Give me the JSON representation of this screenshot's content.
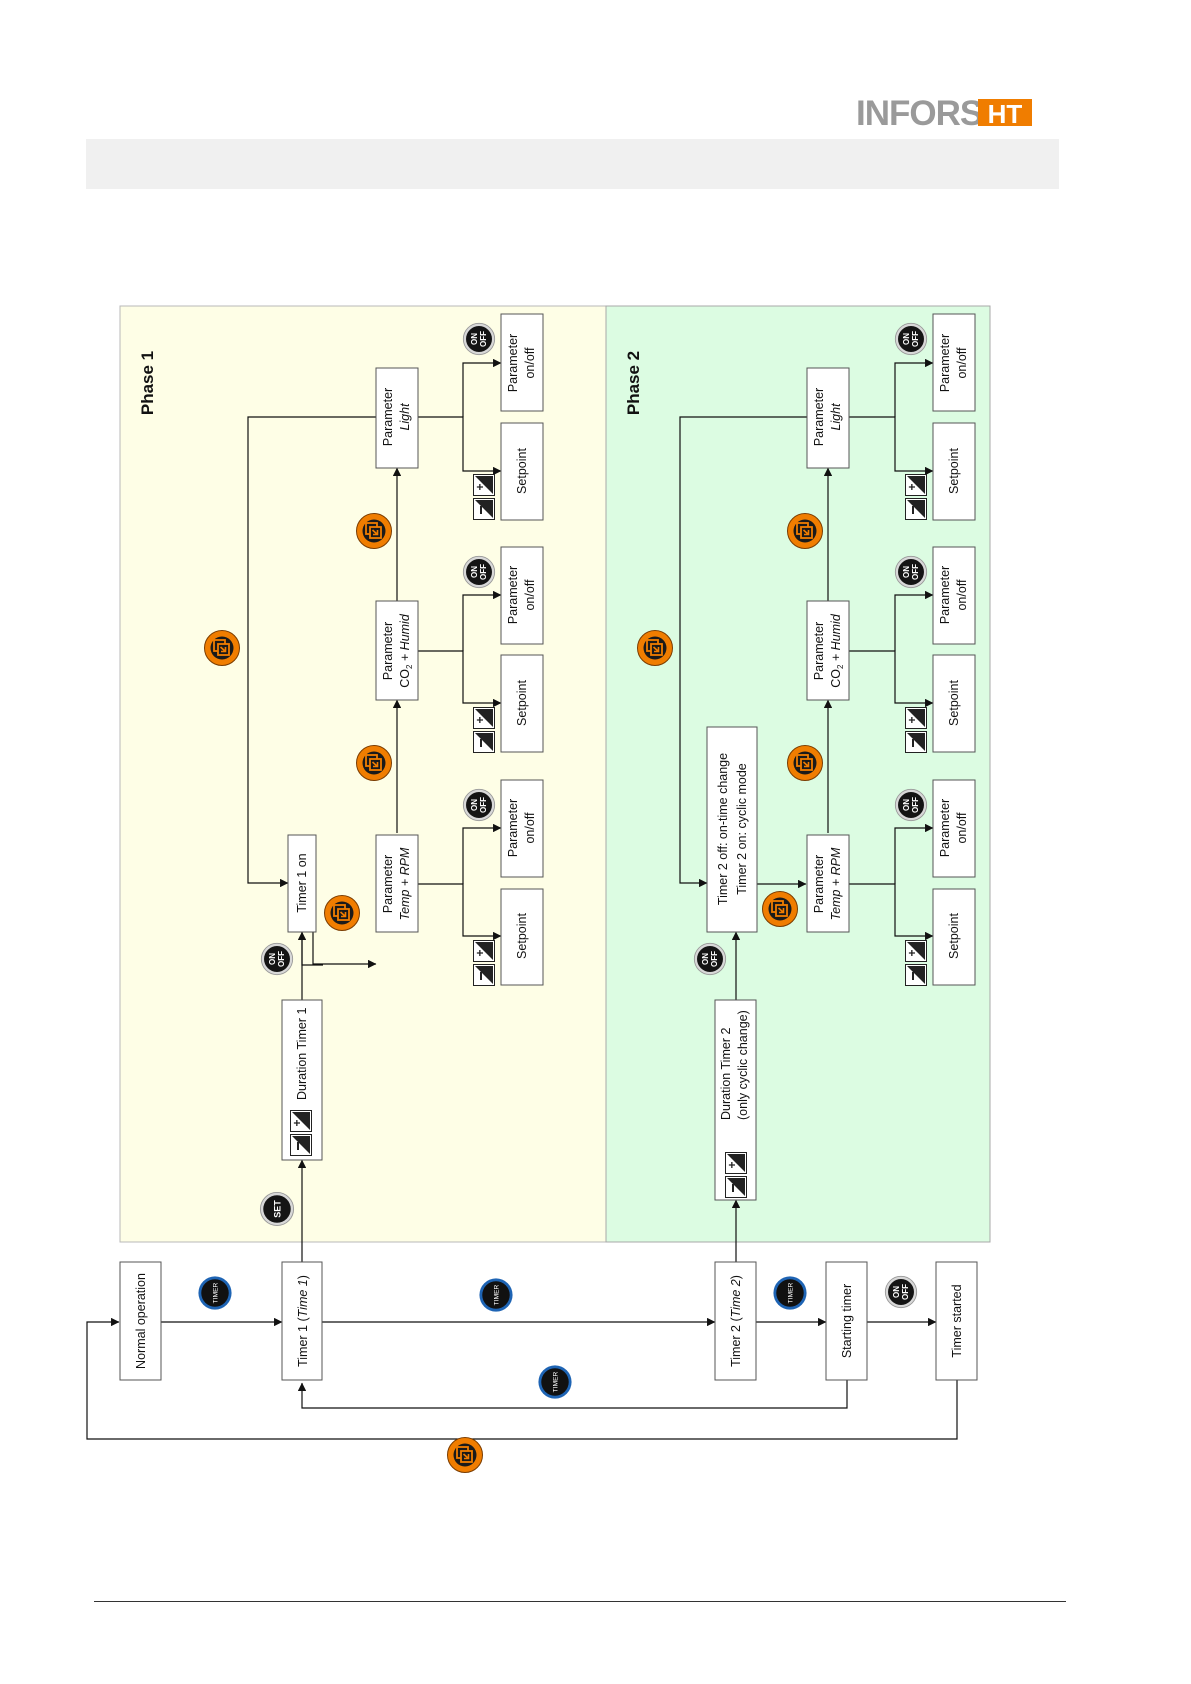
{
  "brand": {
    "name_part1": "INFORS",
    "name_part2": "HT",
    "color_gray": "#9a9a9a",
    "color_orange": "#f07d00"
  },
  "colors": {
    "phase1_bg": "#fefee6",
    "phase2_bg": "#dcfce2",
    "box_border": "#555555",
    "icon_orange": "#f07d00",
    "icon_timer_ring": "#1e64b4"
  },
  "buttons": {
    "timer": "TIMER",
    "on": "ON",
    "off": "OFF",
    "set": "SET",
    "plus": "+",
    "minus": "−"
  },
  "flow": {
    "normal_operation": "Normal operation",
    "timer1_pre": "Timer 1 (",
    "timer1_it": "Time 1",
    "timer1_post": ")",
    "timer2_pre": "Timer 2 (",
    "timer2_it": "Time 2",
    "timer2_post": ")",
    "starting_timer": "Starting timer",
    "timer_started": "Timer started"
  },
  "phase1": {
    "title": "Phase 1",
    "duration": "Duration Timer 1",
    "timer_on": "Timer 1 on"
  },
  "phase2": {
    "title": "Phase 2",
    "duration_line1": "Duration Timer 2",
    "duration_line2": "(only cyclic change)",
    "mode_line1": "Timer 2 off: on-time change",
    "mode_line2": "Timer 2 on: cyclic mode"
  },
  "params": {
    "parameter": "Parameter",
    "temp_rpm": "Temp + RPM",
    "co2_a": "CO",
    "co2_sub": "2",
    "co2_b": " + Humid",
    "light": "Light",
    "setpoint": "Setpoint",
    "onoff": "on/off"
  }
}
